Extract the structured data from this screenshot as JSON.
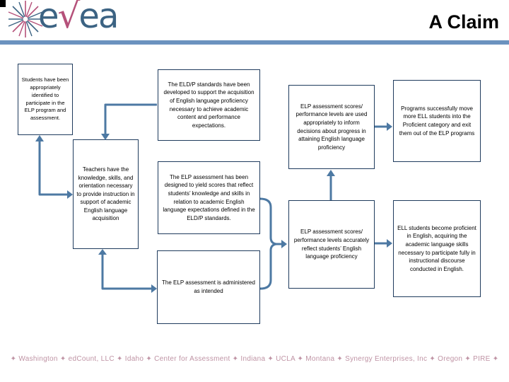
{
  "header": {
    "title": "A Claim",
    "logo": {
      "prefix": "e",
      "check": "√",
      "suffix": "ea",
      "icon": "starburst-icon"
    }
  },
  "boxes": [
    {
      "id": "students",
      "text": "Students have been appropriately identified to participate in the ELP program and assessment."
    },
    {
      "id": "teachers",
      "text": "Teachers have the knowledge, skills, and orientation necessary to provide instruction in support of academic English language acquisition"
    },
    {
      "id": "standards",
      "text": "The ELD/P standards have been developed to support the acquisition of English language proficiency necessary to achieve academic content and performance expectations."
    },
    {
      "id": "designed",
      "text": "The ELP assessment has been designed to yield scores that reflect students’ knowledge and skills in relation to academic English language expectations defined in the ELD/P standards."
    },
    {
      "id": "administered",
      "text": "The ELP assessment is administered as intended"
    },
    {
      "id": "scores-used",
      "text": "ELP assessment scores/ performance levels are used appropriately to inform decisions about progress in attaining English language proficiency"
    },
    {
      "id": "scores-accurate",
      "text": "ELP assessment scores/ performance levels accurately reflect students’ English language proficiency"
    },
    {
      "id": "programs",
      "text": "Programs successfully move more ELL students into the Proficient category and exit them out of the ELP programs"
    },
    {
      "id": "ell-proficient",
      "text": "ELL students become proficient in English, acquiring the academic language skills necessary to participate fully in instructional discourse conducted in English."
    }
  ],
  "footer": {
    "text": "✦ Washington ✦ edCount, LLC ✦ Idaho ✦ Center for Assessment ✦ Indiana ✦ UCLA ✦ Montana ✦ Synergy Enterprises, Inc ✦ Oregon ✦ PIRE ✦"
  },
  "colors": {
    "header_bar": "#6b92bf",
    "box_border": "#1f3b5d",
    "connector": "#4d79a3",
    "logo_blue": "#3c6383",
    "logo_pink": "#b5517a",
    "footer_text": "#bf93a4",
    "title_text": "#000000"
  }
}
